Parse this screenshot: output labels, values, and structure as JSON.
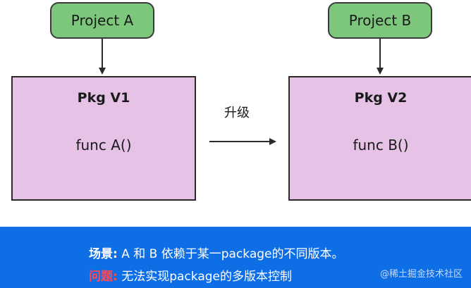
{
  "diagram": {
    "project_a": "Project A",
    "project_b": "Project B",
    "pkg_v1": {
      "title": "Pkg V1",
      "func": "func A()"
    },
    "pkg_v2": {
      "title": "Pkg V2",
      "func": "func B()"
    },
    "upgrade_label": "升级"
  },
  "caption": {
    "scene_key": "场景:",
    "scene_text": "A 和 B 依赖于某一package的不同版本。",
    "problem_key": "问题:",
    "problem_text": "无法实现package的多版本控制",
    "credit": "@稀土掘金技术社区"
  },
  "colors": {
    "project_fill": "#7cc77c",
    "pkg_fill": "#e6c2e6",
    "footer_bg": "#0e6ee6",
    "problem_key": "#ff4a55"
  }
}
